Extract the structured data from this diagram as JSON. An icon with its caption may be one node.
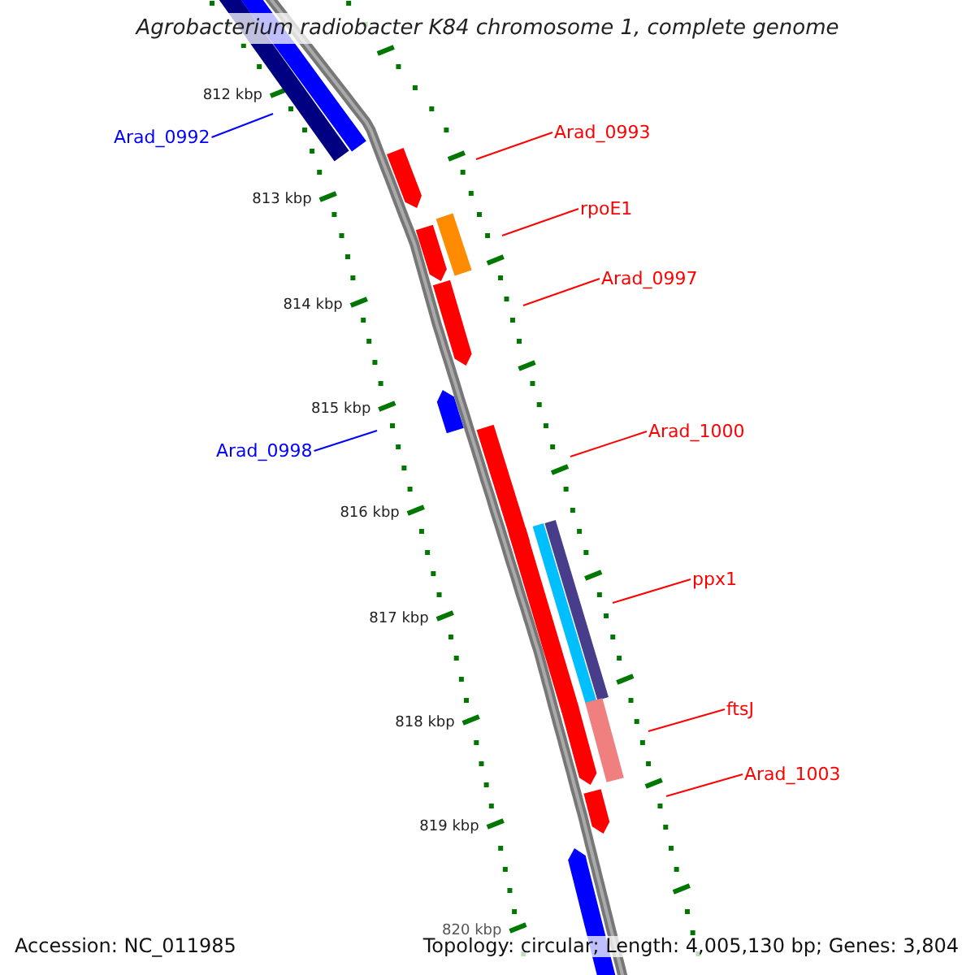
{
  "diagram": {
    "title": "Agrobacterium radiobacter K84 chromosome 1, complete genome",
    "nodes": [
      {
        "text": [
          "Arad_0992"
        ]
      },
      {
        "text": [
          "Arad_0993"
        ]
      },
      {
        "text": [
          "rpoE1"
        ]
      },
      {
        "text": [
          "Arad_0997"
        ]
      },
      {
        "text": [
          "Arad_0998"
        ]
      },
      {
        "text": [
          "Arad_1000"
        ]
      },
      {
        "text": [
          "ppx1"
        ]
      },
      {
        "text": [
          "ftsJ"
        ]
      },
      {
        "text": [
          "Arad_1003"
        ]
      }
    ],
    "edges": [
      {
        "from": 0,
        "to": null,
        "arrow": "none",
        "color": "#0000ff"
      },
      {
        "from": 1,
        "to": null,
        "arrow": "none"
      },
      {
        "from": 2,
        "to": null,
        "arrow": "none"
      },
      {
        "from": 3,
        "to": null,
        "arrow": "none"
      },
      {
        "from": 4,
        "to": null,
        "arrow": "none",
        "color": "#0000ff"
      },
      {
        "from": 5,
        "to": null,
        "arrow": "none"
      },
      {
        "from": 6,
        "to": null,
        "arrow": "none"
      },
      {
        "from": 7,
        "to": null,
        "arrow": "none"
      },
      {
        "from": 8,
        "to": null,
        "arrow": "none"
      }
    ],
    "labels": [
      "812 kbp",
      "813 kbp",
      "814 kbp",
      "815 kbp",
      "816 kbp",
      "817 kbp",
      "818 kbp",
      "819 kbp",
      "820 kbp",
      "Accession: NC_011985",
      "Topology: circular; Length: 4,005,130 bp; Genes: 3,804"
    ]
  }
}
